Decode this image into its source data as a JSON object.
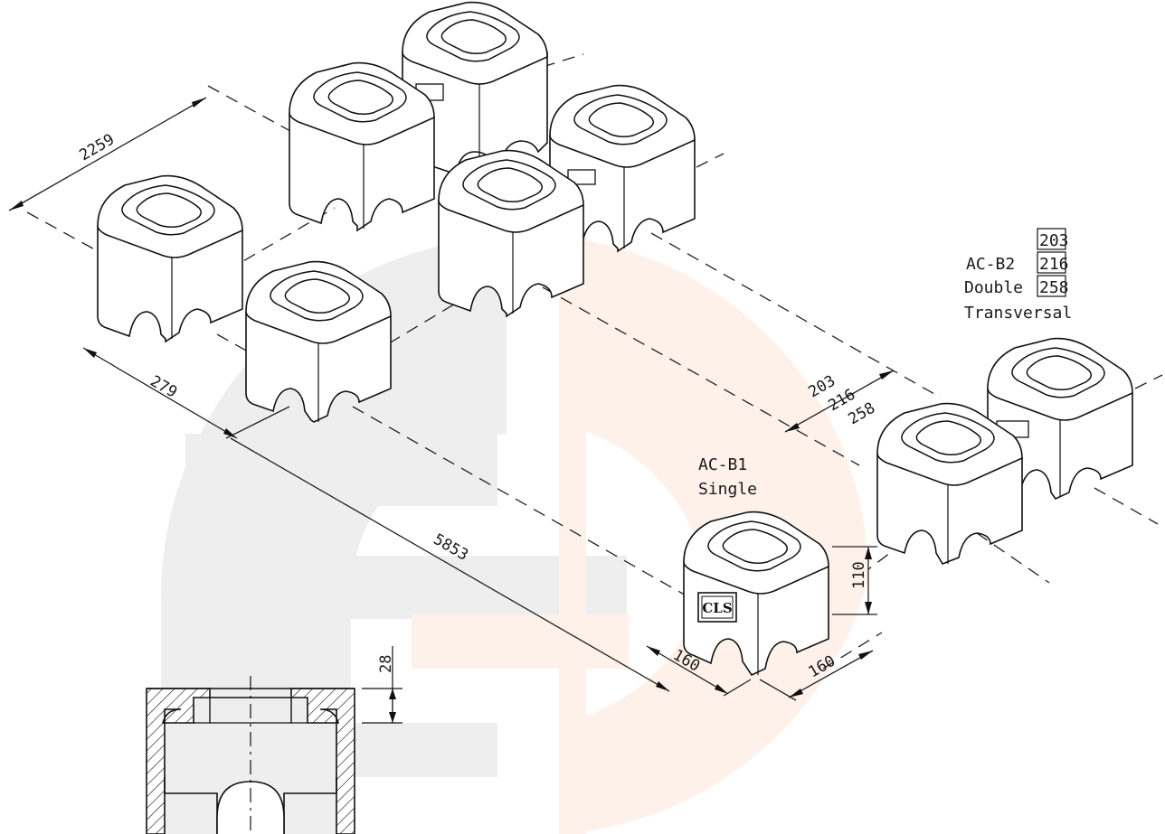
{
  "labels": {
    "ac_b2": "AC-B2",
    "double": "Double",
    "transversal": "Transversal",
    "b2_sizes": [
      "203",
      "216",
      "258"
    ],
    "ac_b1": "AC-B1",
    "single": "Single",
    "logo": "CLS"
  },
  "dimensions": {
    "d2259": "2259",
    "d279": "279",
    "d5853": "5853",
    "d203": "203",
    "d216": "216",
    "d258": "258",
    "d110": "110",
    "d160a": "160",
    "d160b": "160",
    "d28": "28"
  },
  "colors": {
    "line": "#111111",
    "watermark_grey": "#eeeeee",
    "watermark_peach": "#fdf1ea"
  }
}
